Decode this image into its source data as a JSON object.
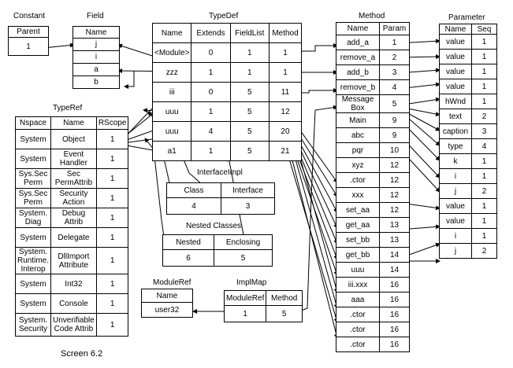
{
  "caption": "Screen 6.2",
  "constant": {
    "title": "Constant",
    "headers": [
      "Parent"
    ],
    "rows": [
      [
        "1"
      ]
    ]
  },
  "field": {
    "title": "Field",
    "headers": [
      "Name"
    ],
    "rows": [
      [
        "j"
      ],
      [
        "i"
      ],
      [
        "a"
      ],
      [
        "b"
      ]
    ]
  },
  "typedef": {
    "title": "TypeDef",
    "headers": [
      "Name",
      "Extends",
      "FieldList",
      "Method"
    ],
    "rows": [
      [
        "<Module>",
        "0",
        "1",
        "1"
      ],
      [
        "zzz",
        "1",
        "1",
        "1"
      ],
      [
        "iii",
        "0",
        "5",
        "11"
      ],
      [
        "uuu",
        "1",
        "5",
        "12"
      ],
      [
        "uuu",
        "4",
        "5",
        "20"
      ],
      [
        "a1",
        "1",
        "5",
        "21"
      ]
    ]
  },
  "method": {
    "title": "Method",
    "headers": [
      "Name",
      "Param"
    ],
    "rows": [
      [
        "add_a",
        "1"
      ],
      [
        "remove_a",
        "2"
      ],
      [
        "add_b",
        "3"
      ],
      [
        "remove_b",
        "4"
      ],
      [
        "Message Box",
        "5"
      ],
      [
        "Main",
        "9"
      ],
      [
        "abc",
        "9"
      ],
      [
        "pqr",
        "10"
      ],
      [
        "xyz",
        "12"
      ],
      [
        ".ctor",
        "12"
      ],
      [
        "xxx",
        "12"
      ],
      [
        "set_aa",
        "12"
      ],
      [
        "get_aa",
        "13"
      ],
      [
        "set_bb",
        "13"
      ],
      [
        "get_bb",
        "14"
      ],
      [
        "uuu",
        "14"
      ],
      [
        "iii.xxx",
        "16"
      ],
      [
        "aaa",
        "16"
      ],
      [
        ".ctor",
        "16"
      ],
      [
        ".ctor",
        "16"
      ],
      [
        ".ctor",
        "16"
      ]
    ]
  },
  "parameter": {
    "title": "Parameter",
    "headers": [
      "Name",
      "Seq"
    ],
    "rows": [
      [
        "value",
        "1"
      ],
      [
        "value",
        "1"
      ],
      [
        "value",
        "1"
      ],
      [
        "value",
        "1"
      ],
      [
        "hWnd",
        "1"
      ],
      [
        "text",
        "2"
      ],
      [
        "caption",
        "3"
      ],
      [
        "type",
        "4"
      ],
      [
        "k",
        "1"
      ],
      [
        "i",
        "1"
      ],
      [
        "j",
        "2"
      ],
      [
        "value",
        "1"
      ],
      [
        "value",
        "1"
      ],
      [
        "i",
        "1"
      ],
      [
        "j",
        "2"
      ]
    ]
  },
  "typeref": {
    "title": "TypeRef",
    "headers": [
      "Nspace",
      "Name",
      "RScope"
    ],
    "rows": [
      [
        "System",
        "Object",
        "1"
      ],
      [
        "System",
        "Event Handler",
        "1"
      ],
      [
        "Sys.Sec Perm",
        "Sec PermAttrib",
        "1"
      ],
      [
        "Sys.Sec Perm",
        "Security Action",
        "1"
      ],
      [
        "System. Diag",
        "Debug Attrib",
        "1"
      ],
      [
        "System",
        "Delegate",
        "1"
      ],
      [
        "System. Runtime. Interop",
        "DllImport Attribute",
        "1"
      ],
      [
        "System",
        "Int32",
        "1"
      ],
      [
        "System",
        "Console",
        "1"
      ],
      [
        "System. Security",
        "Unverifiable Code Attrib",
        "1"
      ]
    ]
  },
  "interfaceimpl": {
    "title": "InterfaceImpl",
    "headers": [
      "Class",
      "Interface"
    ],
    "rows": [
      [
        "4",
        "3"
      ]
    ]
  },
  "nestedclasses": {
    "title": "Nested Classes",
    "headers": [
      "Nested",
      "Enclosing"
    ],
    "rows": [
      [
        "6",
        "5"
      ]
    ]
  },
  "moduleref": {
    "title": "ModuleRef",
    "headers": [
      "Name"
    ],
    "rows": [
      [
        "user32"
      ]
    ]
  },
  "implmap": {
    "title": "ImplMap",
    "headers": [
      "ModuleRef",
      "Method"
    ],
    "rows": [
      [
        "1",
        "5"
      ]
    ]
  }
}
